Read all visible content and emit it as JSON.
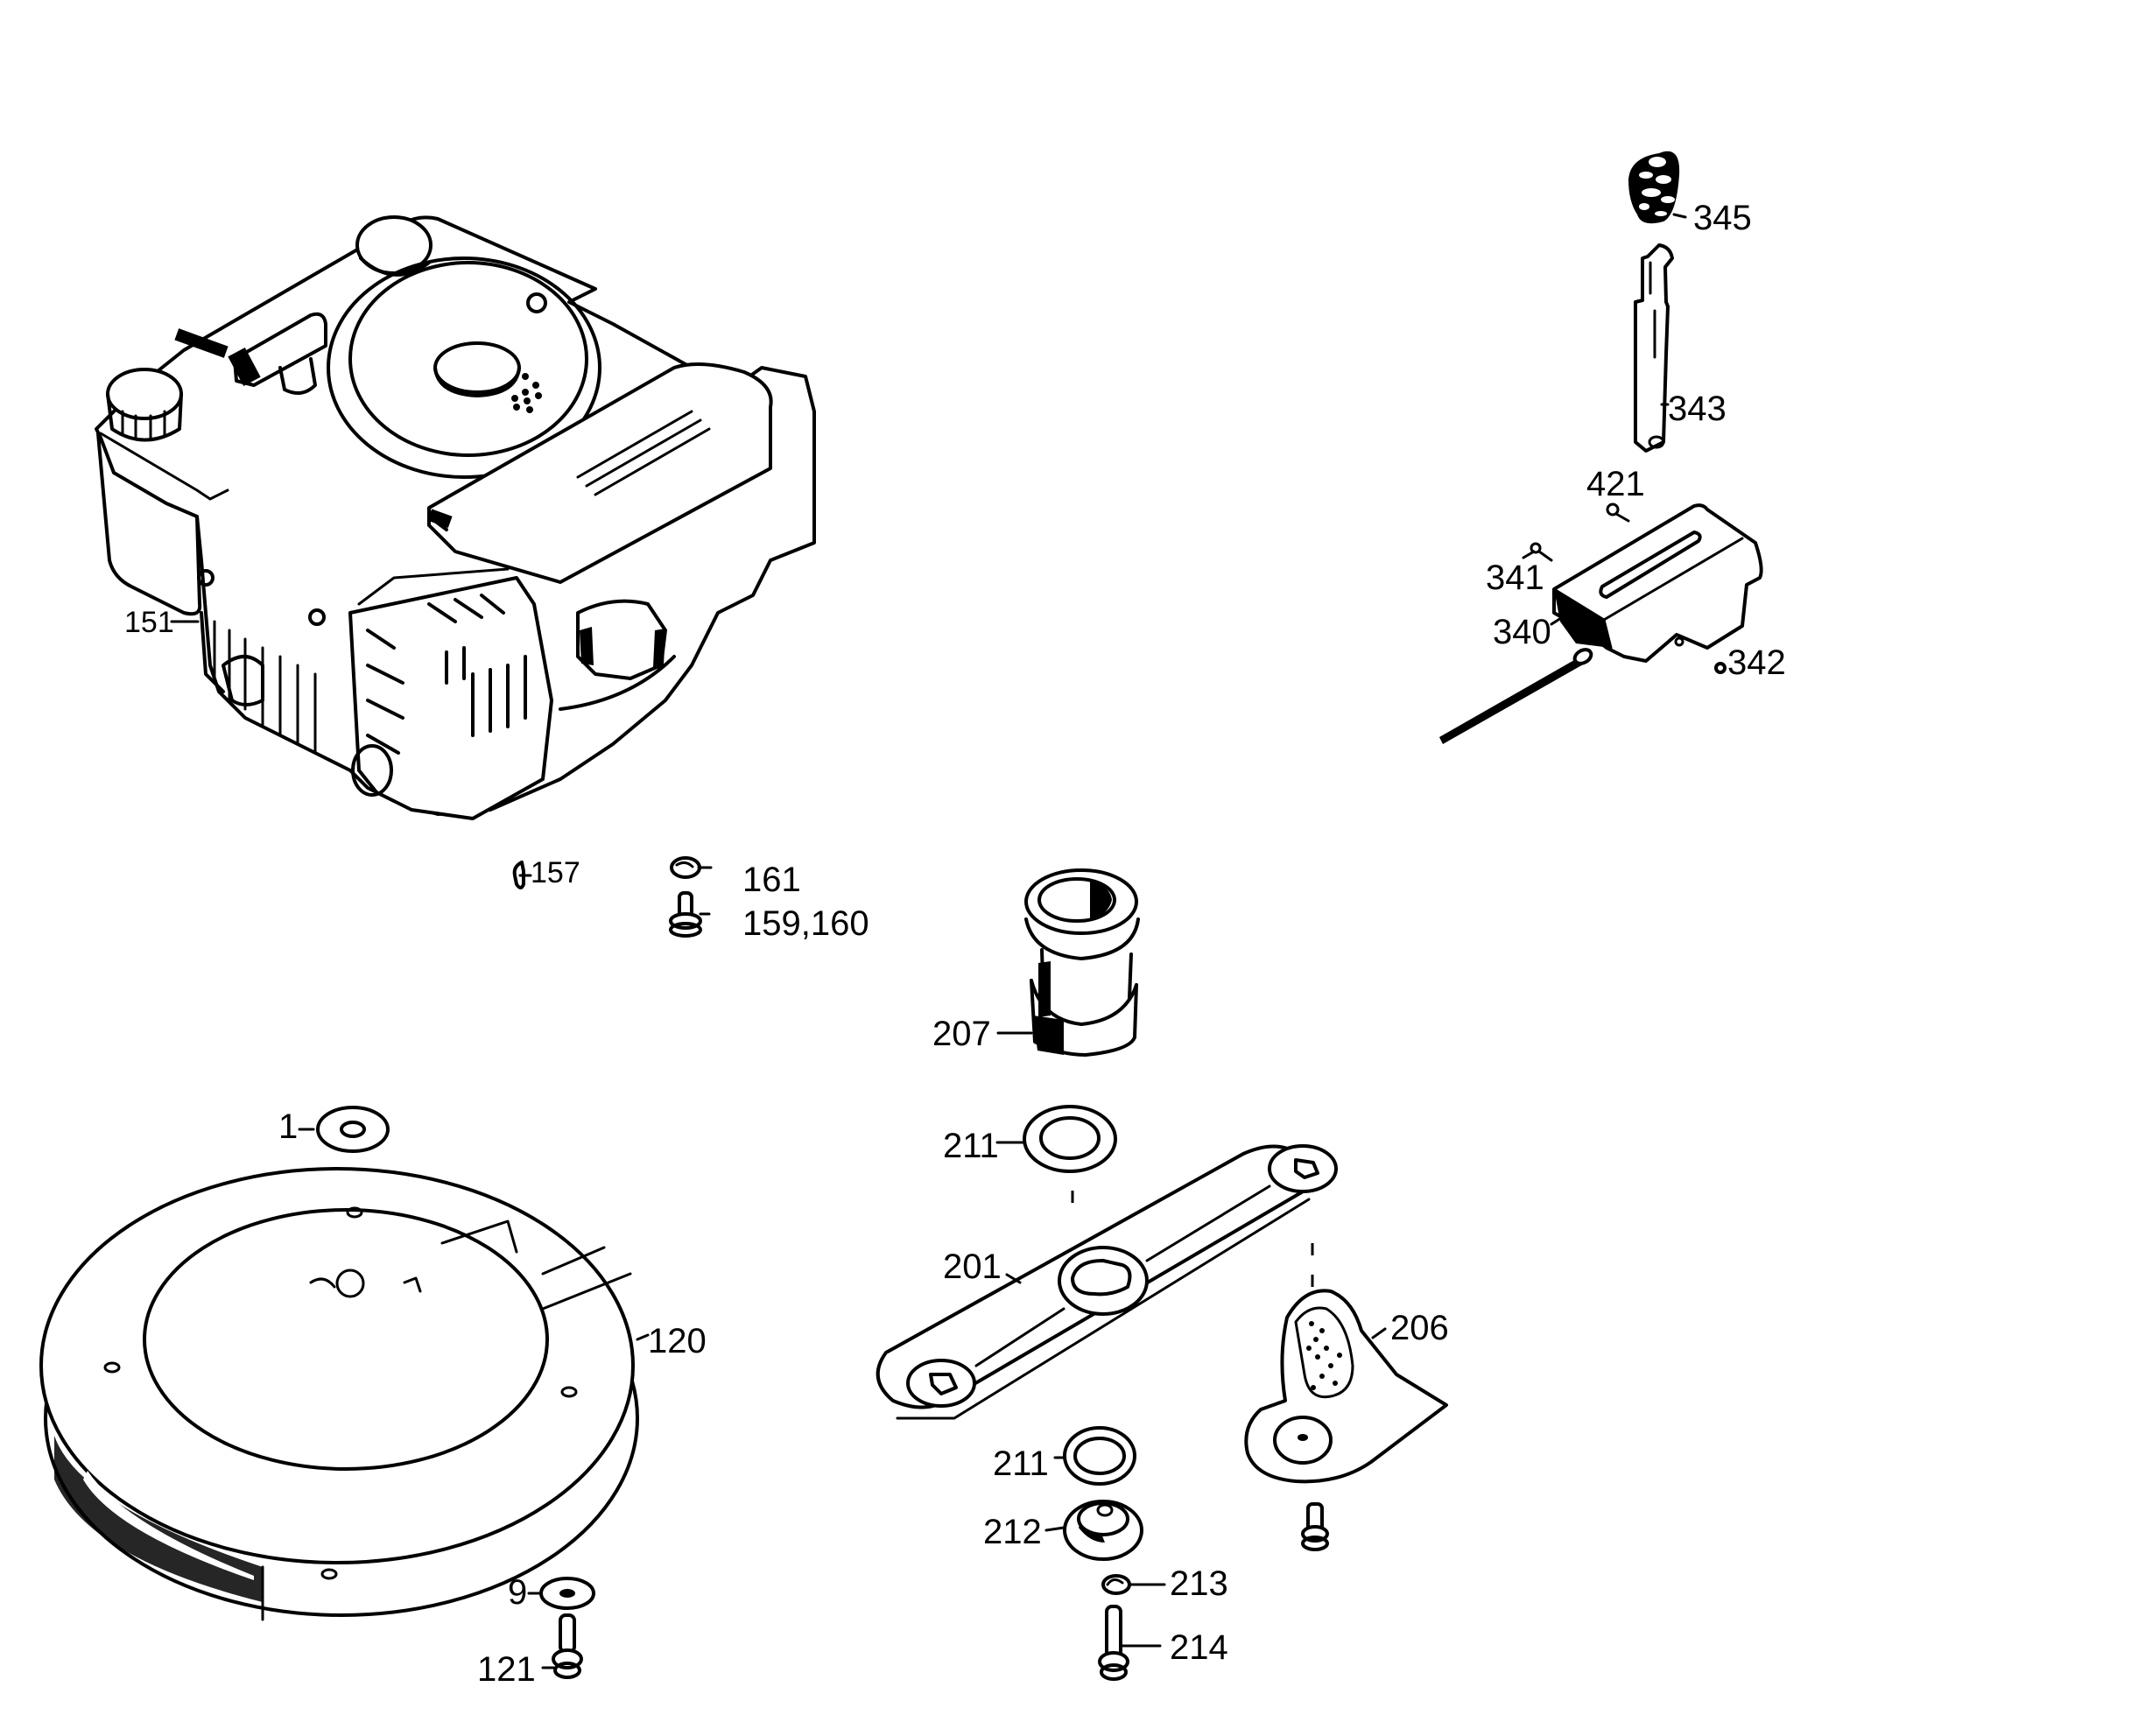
{
  "diagram": {
    "type": "exploded-parts-diagram",
    "colors": {
      "ink": "#000000",
      "paper": "#ffffff"
    },
    "parts": {
      "engine": {
        "label": "151"
      },
      "pin": {
        "label": "157"
      },
      "washer_161": {
        "label": "161"
      },
      "bolt_159_160": {
        "label": "159,160"
      },
      "knob": {
        "label": "345"
      },
      "lever": {
        "label": "343"
      },
      "clip": {
        "label": "421"
      },
      "screw_341": {
        "label": "341"
      },
      "control_box": {
        "label": "340"
      },
      "nut_342": {
        "label": "342"
      },
      "pulley": {
        "label": "207"
      },
      "washer_211_top": {
        "label": "211"
      },
      "blade_bar": {
        "label": "201"
      },
      "blade_plate": {
        "label": "206"
      },
      "washer_211_bottom": {
        "label": "211"
      },
      "hub_212": {
        "label": "212"
      },
      "washer_213": {
        "label": "213"
      },
      "bolt_214": {
        "label": "214"
      },
      "washer_1": {
        "label": "1"
      },
      "deck_ring": {
        "label": "120"
      },
      "washer_9": {
        "label": "9"
      },
      "bolt_121": {
        "label": "121"
      }
    }
  }
}
